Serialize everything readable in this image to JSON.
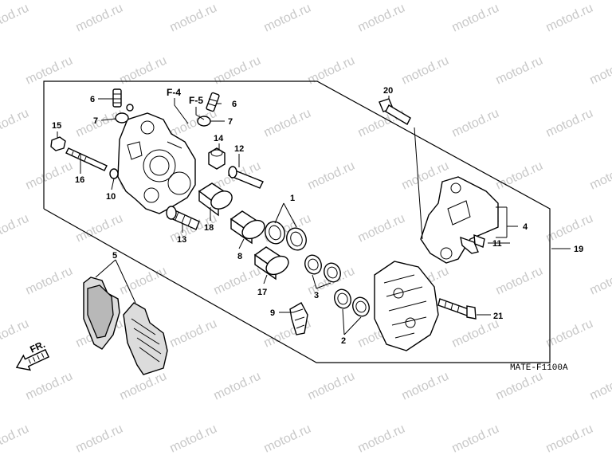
{
  "watermark": {
    "text": "motod.ru"
  },
  "diagram_code": "MATE-F1100A",
  "direction_label": "FR.",
  "callouts": {
    "c1": "1",
    "c2": "2",
    "c3": "3",
    "c4": "4",
    "c5": "5",
    "c6a": "6",
    "c6b": "6",
    "c7a": "7",
    "c7b": "7",
    "c8": "8",
    "c9": "9",
    "c10": "10",
    "c11": "11",
    "c12": "12",
    "c13": "13",
    "c14": "14",
    "c15": "15",
    "c16": "16",
    "c17": "17",
    "c18": "18",
    "c19": "19",
    "c20": "20",
    "c21": "21"
  },
  "refs": {
    "f4": "F-4",
    "f5": "F-5"
  },
  "colors": {
    "line": "#000000",
    "watermark": "#c8c8c8",
    "pad_fill": "#dcdcdc"
  }
}
